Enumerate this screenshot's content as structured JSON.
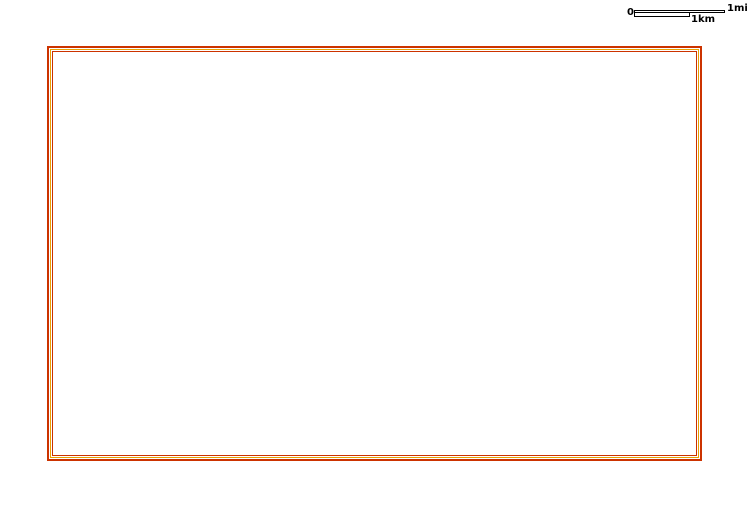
{
  "map": {
    "scale_bar": {
      "zero_label": "0",
      "mile_label": "1mi",
      "km_label": "1km"
    },
    "colors": {
      "boundary_outer": "#cc3300",
      "boundary_mid": "#e8a000",
      "background": "#ffffff"
    }
  }
}
